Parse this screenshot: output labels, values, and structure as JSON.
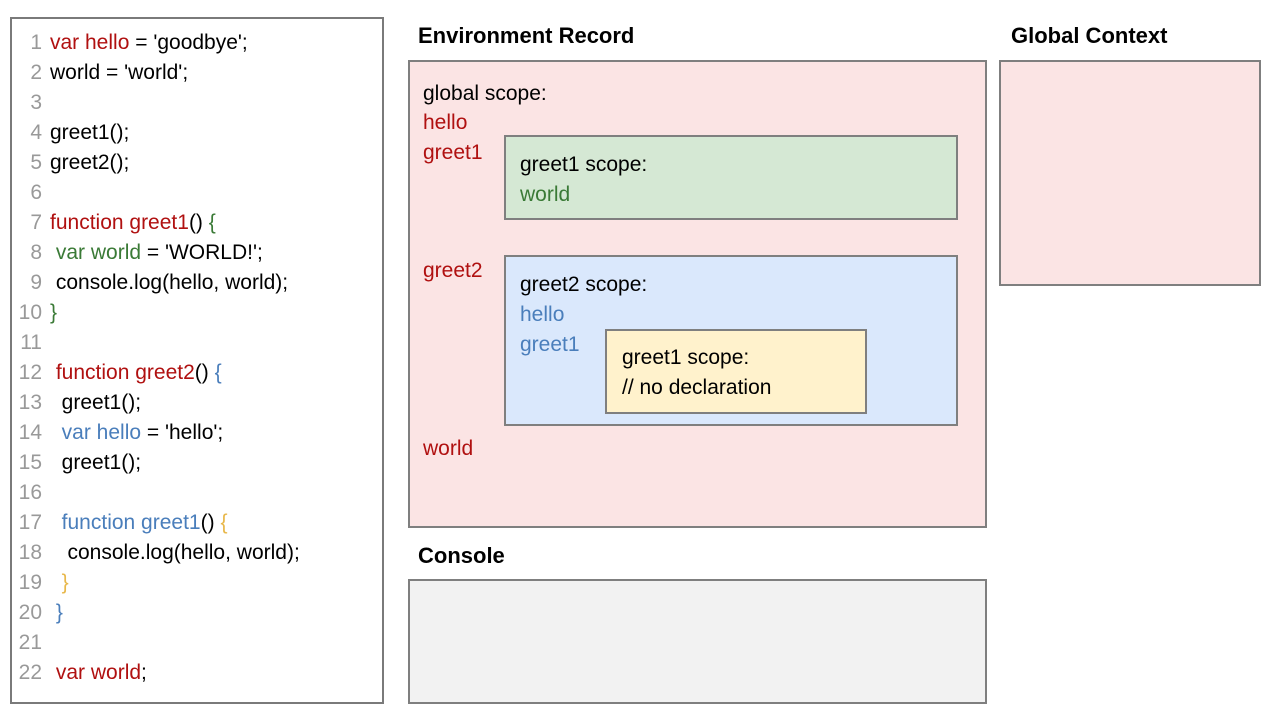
{
  "code_panel": {
    "lines": [
      {
        "n": "1",
        "tokens": [
          {
            "t": "var hello",
            "c": "red"
          },
          {
            "t": " = 'goodbye';",
            "c": "black"
          }
        ]
      },
      {
        "n": "2",
        "tokens": [
          {
            "t": "world = 'world';",
            "c": "black"
          }
        ]
      },
      {
        "n": "3",
        "tokens": []
      },
      {
        "n": "4",
        "tokens": [
          {
            "t": "greet1();",
            "c": "black"
          }
        ]
      },
      {
        "n": "5",
        "tokens": [
          {
            "t": "greet2();",
            "c": "black"
          }
        ]
      },
      {
        "n": "6",
        "tokens": []
      },
      {
        "n": "7",
        "tokens": [
          {
            "t": "function greet1",
            "c": "red"
          },
          {
            "t": "() ",
            "c": "black"
          },
          {
            "t": "{",
            "c": "green"
          }
        ]
      },
      {
        "n": "8",
        "tokens": [
          {
            "t": " ",
            "c": "black"
          },
          {
            "t": "var world",
            "c": "green"
          },
          {
            "t": " = 'WORLD!';",
            "c": "black"
          }
        ]
      },
      {
        "n": "9",
        "tokens": [
          {
            "t": " console.log(hello, world);",
            "c": "black"
          }
        ]
      },
      {
        "n": "10",
        "tokens": [
          {
            "t": "}",
            "c": "green"
          }
        ]
      },
      {
        "n": "11",
        "tokens": []
      },
      {
        "n": "12",
        "tokens": [
          {
            "t": " ",
            "c": "black"
          },
          {
            "t": "function greet2",
            "c": "red"
          },
          {
            "t": "() ",
            "c": "black"
          },
          {
            "t": "{",
            "c": "blue"
          }
        ]
      },
      {
        "n": "13",
        "tokens": [
          {
            "t": "  greet1();",
            "c": "black"
          }
        ]
      },
      {
        "n": "14",
        "tokens": [
          {
            "t": "  ",
            "c": "black"
          },
          {
            "t": "var hello",
            "c": "blue"
          },
          {
            "t": " = 'hello';",
            "c": "black"
          }
        ]
      },
      {
        "n": "15",
        "tokens": [
          {
            "t": "  greet1();",
            "c": "black"
          }
        ]
      },
      {
        "n": "16",
        "tokens": []
      },
      {
        "n": "17",
        "tokens": [
          {
            "t": "  ",
            "c": "black"
          },
          {
            "t": "function greet1",
            "c": "blue"
          },
          {
            "t": "() ",
            "c": "black"
          },
          {
            "t": "{",
            "c": "yellow"
          }
        ]
      },
      {
        "n": "18",
        "tokens": [
          {
            "t": "   console.log(hello, world);",
            "c": "black"
          }
        ]
      },
      {
        "n": "19",
        "tokens": [
          {
            "t": "  ",
            "c": "black"
          },
          {
            "t": "}",
            "c": "yellow"
          }
        ]
      },
      {
        "n": "20",
        "tokens": [
          {
            "t": " ",
            "c": "black"
          },
          {
            "t": "}",
            "c": "blue"
          }
        ]
      },
      {
        "n": "21",
        "tokens": []
      },
      {
        "n": "22",
        "tokens": [
          {
            "t": " ",
            "c": "black"
          },
          {
            "t": "var world",
            "c": "red"
          },
          {
            "t": ";",
            "c": "black"
          }
        ]
      }
    ]
  },
  "environment_record": {
    "title": "Environment Record",
    "global_scope": {
      "label": "global scope:",
      "bindings": [
        "hello",
        "greet1",
        "greet2",
        "world"
      ],
      "color": "#b01010",
      "background": "#fbe4e4"
    },
    "greet1_scope": {
      "label": "greet1 scope:",
      "bindings": [
        "world"
      ],
      "color": "#3a7a36",
      "background": "#d5e8d4"
    },
    "greet2_scope": {
      "label": "greet2 scope:",
      "bindings": [
        "hello",
        "greet1"
      ],
      "color": "#4a7ebb",
      "background": "#dae8fc"
    },
    "greet1_inner_scope": {
      "label": "greet1 scope:",
      "note": "// no declaration",
      "background": "#fff2cc"
    }
  },
  "global_context": {
    "title": "Global Context",
    "background": "#fbe4e4",
    "items": []
  },
  "console": {
    "title": "Console",
    "background": "#f2f2f2",
    "lines": []
  }
}
